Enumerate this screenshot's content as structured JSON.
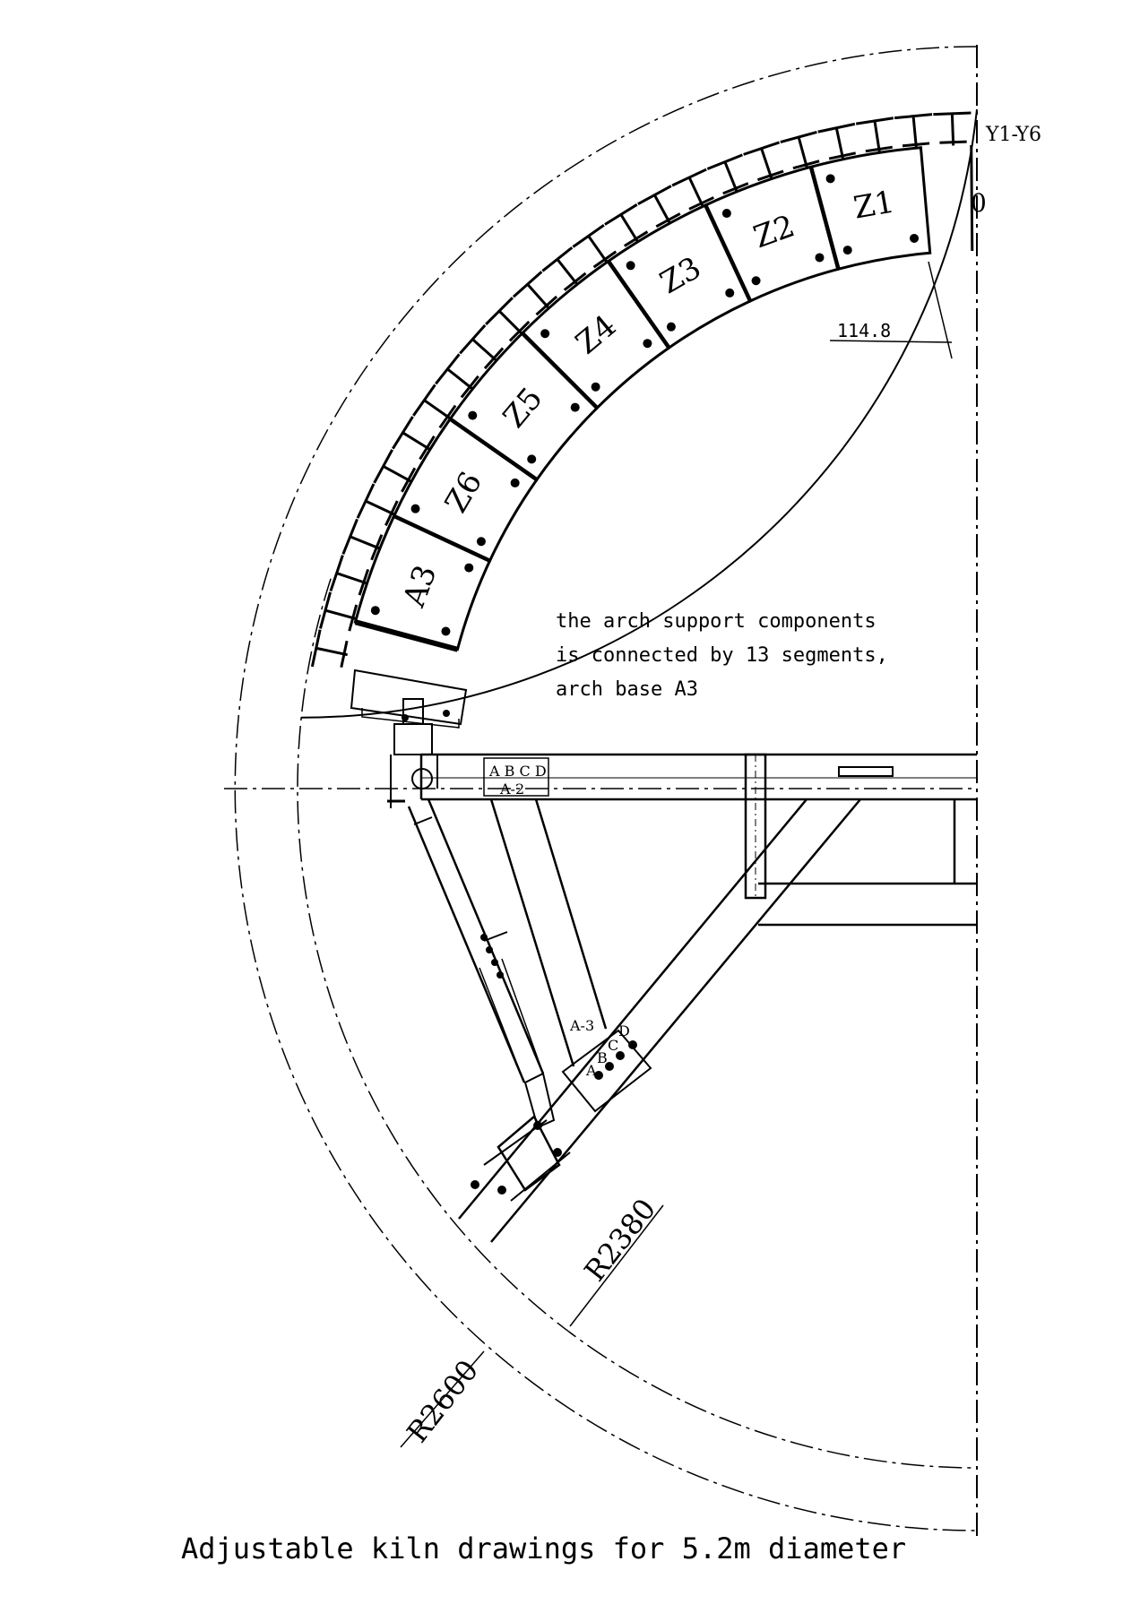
{
  "segments": [
    {
      "label": "Z1",
      "a": 80
    },
    {
      "label": "Z2",
      "a": 70
    },
    {
      "label": "Z3",
      "a": 60
    },
    {
      "label": "Z4",
      "a": 50
    },
    {
      "label": "Z5",
      "a": 40
    },
    {
      "label": "Z6",
      "a": 30
    },
    {
      "label": "A3",
      "a": 20
    }
  ],
  "labels": {
    "y_range": "Y1-Y6",
    "zero": "0",
    "offset_dim": "114.8",
    "note_lines": [
      "the arch support components",
      "is connected by 13 segments,",
      "arch base A3"
    ],
    "holes_top": "A B C D",
    "beam_a2": "A-2",
    "beam_a3": "A-3",
    "hole_a": "A",
    "hole_b": "B",
    "hole_c": "C",
    "hole_d": "D",
    "radius_outer": "R2600",
    "radius_inner": "R2380",
    "caption": "Adjustable kiln drawings for 5.2m diameter"
  }
}
